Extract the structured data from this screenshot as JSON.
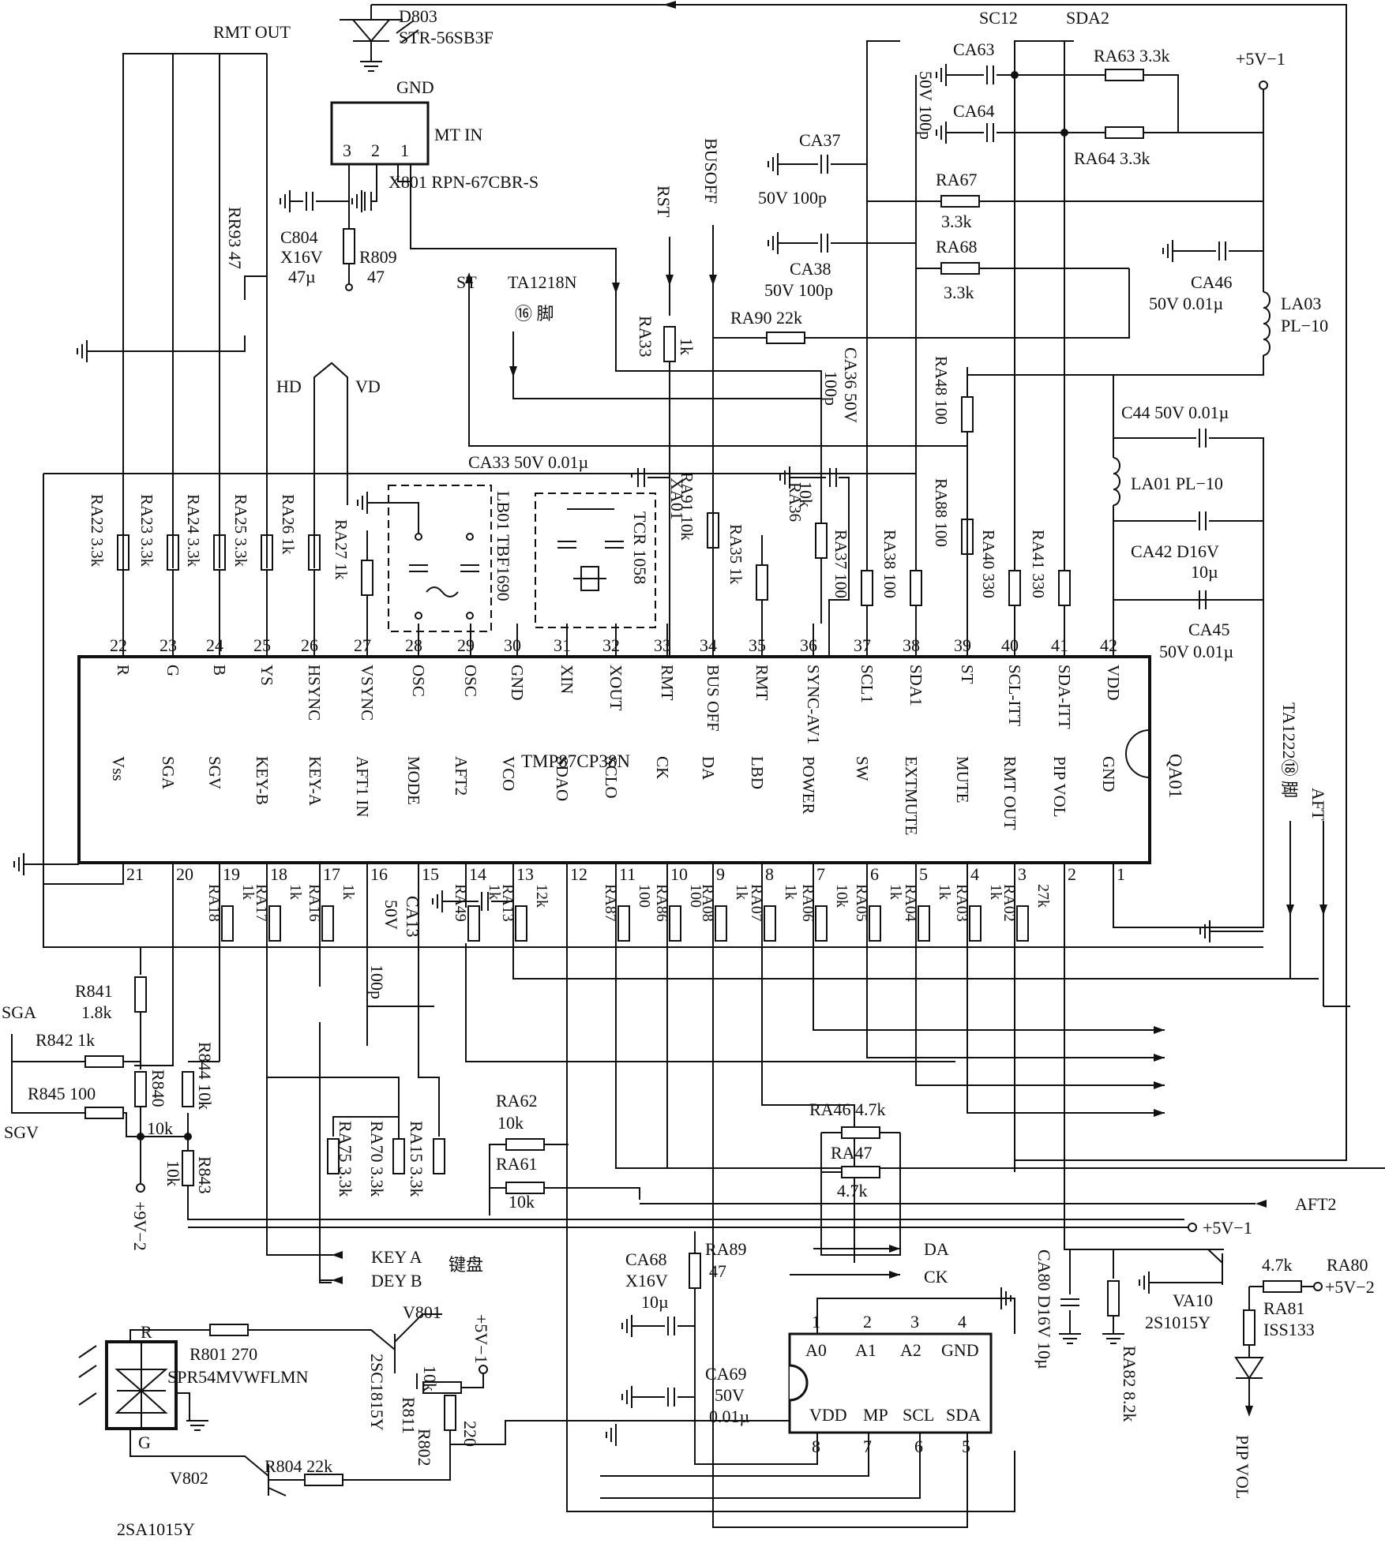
{
  "ic": {
    "name": "TMP87CP38N",
    "top_pins": [
      {
        "num": "22",
        "sig": "R"
      },
      {
        "num": "23",
        "sig": "G"
      },
      {
        "num": "24",
        "sig": "B"
      },
      {
        "num": "25",
        "sig": "YS"
      },
      {
        "num": "26",
        "sig": "HSYNC"
      },
      {
        "num": "27",
        "sig": "VSYNC"
      },
      {
        "num": "28",
        "sig": "OSC"
      },
      {
        "num": "29",
        "sig": "OSC"
      },
      {
        "num": "30",
        "sig": "GND"
      },
      {
        "num": "31",
        "sig": "XIN"
      },
      {
        "num": "32",
        "sig": "XOUT"
      },
      {
        "num": "33",
        "sig": "RMT"
      },
      {
        "num": "34",
        "sig": "BUS OFF"
      },
      {
        "num": "35",
        "sig": "RMT"
      },
      {
        "num": "36",
        "sig": "SYNC-AV1"
      },
      {
        "num": "37",
        "sig": "SCL1"
      },
      {
        "num": "38",
        "sig": "SDA1"
      },
      {
        "num": "39",
        "sig": "ST"
      },
      {
        "num": "40",
        "sig": "SCL-ITT"
      },
      {
        "num": "41",
        "sig": "SDA-ITT"
      },
      {
        "num": "42",
        "sig": "VDD"
      }
    ],
    "bottom_pins": [
      {
        "num": "21",
        "sig": "Vss"
      },
      {
        "num": "20",
        "sig": "SGA"
      },
      {
        "num": "19",
        "sig": "SGV"
      },
      {
        "num": "18",
        "sig": "KEY-B"
      },
      {
        "num": "17",
        "sig": "KEY-A"
      },
      {
        "num": "16",
        "sig": "AFT1 IN"
      },
      {
        "num": "15",
        "sig": "MODE"
      },
      {
        "num": "14",
        "sig": "AFT2"
      },
      {
        "num": "13",
        "sig": "VCO"
      },
      {
        "num": "12",
        "sig": "SDAO"
      },
      {
        "num": "11",
        "sig": "SCLO"
      },
      {
        "num": "10",
        "sig": "CK"
      },
      {
        "num": "9",
        "sig": "DA"
      },
      {
        "num": "8",
        "sig": "LBD"
      },
      {
        "num": "7",
        "sig": "POWER"
      },
      {
        "num": "6",
        "sig": "SW"
      },
      {
        "num": "5",
        "sig": "EXTMUTE"
      },
      {
        "num": "4",
        "sig": "MUTE"
      },
      {
        "num": "3",
        "sig": "RMT OUT"
      },
      {
        "num": "2",
        "sig": "PIP VOL"
      },
      {
        "num": "1",
        "sig": "GND"
      }
    ],
    "designator": "QA01"
  },
  "eeprom": {
    "pins": [
      "1",
      "2",
      "3",
      "4",
      "8",
      "7",
      "6",
      "5"
    ],
    "labels": [
      "A0",
      "A1",
      "A2",
      "GND",
      "VDD",
      "MP",
      "SCL",
      "SDA"
    ]
  },
  "top_resistors": [
    {
      "text": "RA22  3.3k"
    },
    {
      "text": "RA23  3.3k"
    },
    {
      "text": "RA24  3.3k"
    },
    {
      "text": "RA25  3.3k"
    },
    {
      "text": "RA26  1k"
    },
    {
      "text": "RA27  1k"
    },
    {
      "text": "RA91  10k"
    },
    {
      "text": "RA35  1k"
    },
    {
      "text": "RA36"
    },
    {
      "text": "RA37  100"
    },
    {
      "text": "RA38  100"
    },
    {
      "text": "RA48  100"
    },
    {
      "text": "RA88  100"
    },
    {
      "text": "RA40  330"
    },
    {
      "text": "RA41  330"
    }
  ],
  "bottom_resistors": [
    {
      "text": "RA18"
    },
    {
      "text": "RA17"
    },
    {
      "text": "RA16"
    },
    {
      "text": "RA49"
    },
    {
      "text": "RA13"
    },
    {
      "text": "RA87"
    },
    {
      "text": "RA86"
    },
    {
      "text": "RA08"
    },
    {
      "text": "RA07"
    },
    {
      "text": "RA06"
    },
    {
      "text": "RA05"
    },
    {
      "text": "RA04"
    },
    {
      "text": "RA03"
    },
    {
      "text": "RA02"
    }
  ],
  "bottom_values": [
    "1k",
    "1k",
    "1k",
    "1k",
    "12k",
    "100",
    "100",
    "1k",
    "1k",
    "10k",
    "1k",
    "1k",
    "1k",
    "27k"
  ],
  "top_area": {
    "rmt_out": "RMT  OUT",
    "d803": "D803",
    "d803_type": "STR-56SB3F",
    "gnd": "GND",
    "mt_in": "MT IN",
    "x801": "X801 RPN-67CBR-S",
    "x801_pins": [
      "3",
      "2",
      "1"
    ],
    "c804": "C804",
    "c804_v": "X16V",
    "c804_val": "47µ",
    "r809": "R809",
    "r809_val": "47",
    "rr93": "RR93 47",
    "hd": "HD",
    "vd": "VD",
    "st": "ST",
    "ta1218n": "TA1218N",
    "pin16": "⑯ 脚",
    "rst": "RST",
    "busoff": "BUSOFF",
    "ra33": "RA33",
    "ra33_val": "1k",
    "ra90": "RA90  22k",
    "ca33": "CA33  50V  0.01µ",
    "xa01": "XA01",
    "lb01": "LB01 TBF1690",
    "tcr": "TCR 1058",
    "ca36": "CA36 50V",
    "ca36_val": "100p",
    "ten_k": "10k",
    "ca37": "CA37",
    "ca37_val": "50V  100p",
    "ca38": "CA38",
    "ca38_val": "50V  100p",
    "sc12": "SC12",
    "sda2": "SDA2",
    "ca63": "CA63",
    "ca64": "CA64",
    "v50_100p": "50V  100p",
    "ra63": "RA63  3.3k",
    "ra64": "RA64  3.3k",
    "ra67": "RA67",
    "ra67_val": "3.3k",
    "ra68": "RA68",
    "ra68_val": "3.3k",
    "plus5v1": "+5V−1",
    "ca46": "CA46",
    "ca46_val": "50V  0.01µ",
    "la03": "LA03",
    "la03_val": "PL−10",
    "c44": "C44  50V  0.01µ",
    "la01": "LA01 PL−10",
    "ca42": "CA42 D16V",
    "ca42_val": "10µ",
    "ca45": "CA45",
    "ca45_val": "50V  0.01µ",
    "ta1222": "TA1222⑱ 脚",
    "aft": "AFT"
  },
  "bottom_area": {
    "ca13": "CA13",
    "ca13_v": "50V",
    "ca13_val": "100p",
    "r841": "R841",
    "r841_val": "1.8k",
    "sga": "SGA",
    "r842": "R842  1k",
    "r845": "R845  100",
    "sgv": "SGV",
    "r840": "R840",
    "r840_val": "10k",
    "r844": "R844 10k",
    "r843": "R843",
    "r843_val": "10k",
    "v9v2": "+9V−2",
    "ra75": "RA75 3.3k",
    "ra70": "RA70 3.3k",
    "ra15": "RA15 3.3k",
    "key_a": "KEY A",
    "dey_b": "DEY B",
    "keyboard": "键盘",
    "ra62": "RA62",
    "ra62_val": "10k",
    "ra61": "RA61",
    "ra61_val": "10k",
    "ra46": "RA46  4.7k",
    "ra47": "RA47",
    "ra47_val": "4.7k",
    "aft2": "AFT2",
    "plus5v1": "+5V−1",
    "da": "DA",
    "ck": "CK",
    "ca68": "CA68",
    "ca68_v": "X16V",
    "ca68_val": "10µ",
    "ra89": "RA89",
    "ra89_val": "47",
    "ca69": "CA69",
    "ca69_v": "50V",
    "ca69_val": "0.01µ",
    "ca80": "CA80 D16V  10µ",
    "ra82": "RA82  8.2k",
    "va10": "VA10",
    "va10_type": "2S1015Y",
    "k47": "4.7k",
    "ra80": "RA80",
    "v5v2": "+5V−2",
    "ra81": "RA81",
    "ra81_type": "ISS133",
    "pip_vol": "PIP  VOL",
    "r801": "R801  270",
    "spr": "SPR54MVWFLMN",
    "led_r": "R",
    "led_g": "G",
    "v801": "V801",
    "v801_type": "2SC1815Y",
    "v5v1": "+5V−1",
    "r811": "10k",
    "r811_name": "R811",
    "r802": "R802",
    "r802_val": "220",
    "r804": "R804  22k",
    "v802": "V802",
    "v802_type": "2SA1015Y"
  }
}
